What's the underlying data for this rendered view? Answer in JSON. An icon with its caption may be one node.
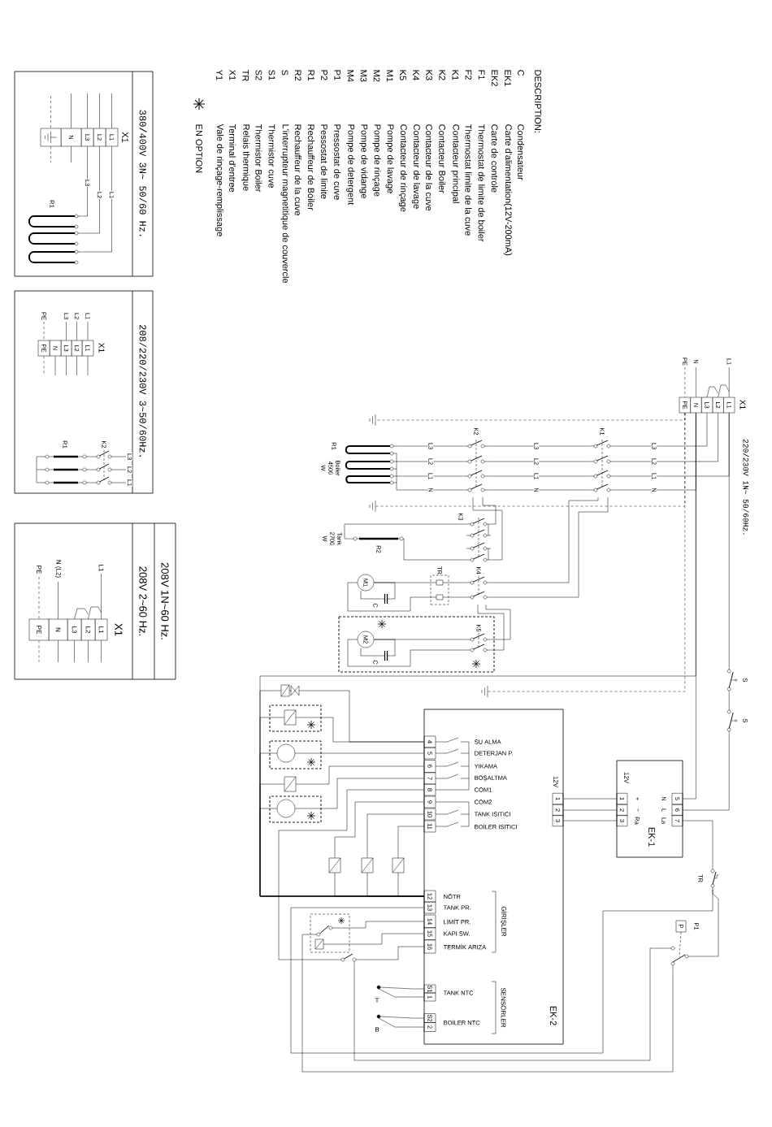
{
  "diagram": {
    "nodes": [
      {
        "text": [
          "L1",
          "L2",
          "L3",
          "N",
          "PE"
        ],
        "beside": [
          "X1"
        ]
      },
      {
        "text": [
          "K1"
        ]
      },
      {
        "text": [
          "K2"
        ]
      },
      {
        "text": [
          "R1"
        ],
        "beside": [
          "Boiler 4500 W"
        ]
      },
      {
        "text": [
          "K3"
        ]
      },
      {
        "text": [
          "R2"
        ],
        "beside": [
          "Tank 2700 W"
        ]
      },
      {
        "text": [
          "TR"
        ]
      },
      {
        "text": [
          "K4"
        ]
      },
      {
        "text": [
          "M1"
        ]
      },
      {
        "text": [
          "C"
        ]
      },
      {
        "text": [
          "K5"
        ]
      },
      {
        "text": [
          "M2"
        ]
      },
      {
        "text": [
          "C"
        ]
      },
      {
        "text": [
          "S"
        ]
      },
      {
        "text": [
          "S"
        ]
      },
      {
        "text": [
          "EK-1",
          "12V",
          "1",
          "2",
          "3",
          "+",
          "−",
          "Ra",
          "N",
          "L",
          "La",
          "5",
          "6",
          "7"
        ]
      },
      {
        "text": [
          "EK-2",
          "12V",
          "1",
          "2",
          "3",
          "4",
          "SU ALMA",
          "5",
          "DETERJAN P.",
          "6",
          "YIKAMA",
          "7",
          "BOŞALTMA",
          "8",
          "COM1",
          "9",
          "COM2",
          "10",
          "TANK ISITICI",
          "11",
          "BOİLER ISITICI",
          "12",
          "NÖTR",
          "13",
          "TANK PR.",
          "14",
          "LİMİT PR.",
          "15",
          "KAPI SW.",
          "16",
          "TERMİK ARIZA",
          "GİRİŞLER",
          "S1",
          "1",
          "TANK NTC",
          "S2",
          "2",
          "BOİLER NTC",
          "SENSÖRLER"
        ]
      },
      {
        "text": [
          "TR"
        ]
      },
      {
        "text": [
          "P"
        ],
        "beside": [
          "P1"
        ]
      },
      {
        "text": [],
        "shape": "box"
      },
      {
        "text": [],
        "shape": "box"
      },
      {
        "text": [],
        "shape": "circle"
      },
      {
        "text": [],
        "shape": "box"
      },
      {
        "text": [],
        "shape": "circle"
      },
      {
        "text": [],
        "shape": "box"
      },
      {
        "text": [],
        "shape": "box"
      },
      {
        "text": [],
        "shape": "box"
      },
      {
        "text": [],
        "shape": "box"
      },
      {
        "text": [],
        "shape": "switch"
      },
      {
        "text": [
          "T"
        ]
      },
      {
        "text": [
          "B"
        ]
      },
      {
        "text": [
          "380/400V 3N~ 50/60 Hz."
        ]
      },
      {
        "text": [
          "L1",
          "L2",
          "L3",
          "N"
        ],
        "beside": [
          "X1"
        ],
        "in": 31
      },
      {
        "text": [
          "R1"
        ],
        "in": 31
      },
      {
        "text": [
          "208/220/230V 3~50/60Hz."
        ]
      },
      {
        "text": [
          "L1",
          "L2",
          "L3",
          "N",
          "PE"
        ],
        "beside": [
          "X1"
        ],
        "in": 34
      },
      {
        "text": [
          "K2"
        ],
        "in": 34
      },
      {
        "text": [
          "R1"
        ],
        "in": 34
      },
      {
        "text": [
          "208V 1N~60 Hz.",
          "208V 2~60 Hz."
        ]
      },
      {
        "text": [
          "L1",
          "L2",
          "L3",
          "N",
          "PE"
        ],
        "beside": [
          "X1"
        ],
        "in": 38
      }
    ],
    "edges": [
      {
        "from": null,
        "to": 0,
        "arrow": "none",
        "label": "L1"
      },
      {
        "from": null,
        "to": 0,
        "arrow": "none",
        "label": "N"
      },
      {
        "from": null,
        "to": 0,
        "arrow": "none",
        "label": "PE",
        "style": "dashed"
      },
      {
        "from": 0,
        "to": 1,
        "arrow": "none",
        "label": "L3"
      },
      {
        "from": 0,
        "to": 1,
        "arrow": "none",
        "label": "L2"
      },
      {
        "from": 0,
        "to": 1,
        "arrow": "none",
        "label": "L1"
      },
      {
        "from": 0,
        "to": 1,
        "arrow": "none",
        "label": "N"
      },
      {
        "from": 1,
        "to": 2,
        "arrow": "none",
        "label": "L3"
      },
      {
        "from": 1,
        "to": 2,
        "arrow": "none",
        "label": "L2"
      },
      {
        "from": 1,
        "to": 2,
        "arrow": "none",
        "label": "L1"
      },
      {
        "from": 1,
        "to": 2,
        "arrow": "none",
        "label": "N"
      },
      {
        "from": 2,
        "to": 3,
        "arrow": "none",
        "label": "L3"
      },
      {
        "from": 2,
        "to": 3,
        "arrow": "none",
        "label": "L2"
      },
      {
        "from": 2,
        "to": 3,
        "arrow": "none",
        "label": "L1"
      },
      {
        "from": 2,
        "to": 3,
        "arrow": "none",
        "label": "N"
      },
      {
        "from": 0,
        "to": null,
        "arrow": "none",
        "style": "dashed"
      },
      {
        "from": 0,
        "to": null,
        "arrow": "none",
        "style": "dashed"
      },
      {
        "from": 0,
        "to": null,
        "arrow": "none",
        "style": "dashed"
      },
      {
        "from": 2,
        "to": 4,
        "arrow": "none"
      },
      {
        "from": 2,
        "to": 4,
        "arrow": "none"
      },
      {
        "from": 4,
        "to": 5,
        "arrow": "none"
      },
      {
        "from": 4,
        "to": 5,
        "arrow": "none"
      },
      {
        "from": 1,
        "to": 7,
        "arrow": "none"
      },
      {
        "from": 1,
        "to": 7,
        "arrow": "none"
      },
      {
        "from": 7,
        "to": 6,
        "arrow": "none"
      },
      {
        "from": 7,
        "to": 6,
        "arrow": "none"
      },
      {
        "from": 6,
        "to": 8,
        "arrow": "none"
      },
      {
        "from": 6,
        "to": 8,
        "arrow": "none"
      },
      {
        "from": 8,
        "to": 9,
        "arrow": "none"
      },
      {
        "from": 8,
        "to": 9,
        "arrow": "none"
      },
      {
        "from": 7,
        "to": 10,
        "arrow": "none"
      },
      {
        "from": 7,
        "to": 10,
        "arrow": "none"
      },
      {
        "from": 10,
        "to": 11,
        "arrow": "none"
      },
      {
        "from": 10,
        "to": 11,
        "arrow": "none"
      },
      {
        "from": 11,
        "to": 12,
        "arrow": "none"
      },
      {
        "from": 11,
        "to": 12,
        "arrow": "none"
      },
      {
        "from": 0,
        "to": 13,
        "arrow": "none"
      },
      {
        "from": 13,
        "to": 14,
        "arrow": "none"
      },
      {
        "from": 14,
        "to": 15,
        "arrow": "none"
      },
      {
        "from": 0,
        "to": 15,
        "arrow": "none"
      },
      {
        "from": 16,
        "to": 15,
        "arrow": "none"
      },
      {
        "from": 16,
        "to": 15,
        "arrow": "none"
      },
      {
        "from": 16,
        "to": 15,
        "arrow": "none"
      },
      {
        "from": 15,
        "to": 17,
        "arrow": "none"
      },
      {
        "from": 17,
        "to": 18,
        "arrow": "none"
      },
      {
        "from": 17,
        "to": 16,
        "arrow": "none"
      },
      {
        "from": 18,
        "to": 28,
        "arrow": "none"
      },
      {
        "from": 18,
        "to": 27,
        "arrow": "none"
      },
      {
        "from": 0,
        "to": 16,
        "arrow": "none"
      },
      {
        "from": 16,
        "to": 19,
        "arrow": "none"
      },
      {
        "from": 16,
        "to": 20,
        "arrow": "none"
      },
      {
        "from": 16,
        "to": 21,
        "arrow": "none"
      },
      {
        "from": 16,
        "to": 22,
        "arrow": "none"
      },
      {
        "from": 16,
        "to": 23,
        "arrow": "none"
      },
      {
        "from": 16,
        "to": 28,
        "arrow": "none"
      },
      {
        "from": 16,
        "to": 24,
        "arrow": "none"
      },
      {
        "from": 16,
        "to": 25,
        "arrow": "none"
      },
      {
        "from": 16,
        "to": 26,
        "arrow": "none"
      },
      {
        "from": 19,
        "to": 16,
        "arrow": "none"
      },
      {
        "from": 20,
        "to": 16,
        "arrow": "none"
      },
      {
        "from": 21,
        "to": 16,
        "arrow": "none"
      },
      {
        "from": 22,
        "to": 16,
        "arrow": "none"
      },
      {
        "from": 23,
        "to": 16,
        "arrow": "none"
      },
      {
        "from": 24,
        "to": 16,
        "arrow": "none"
      },
      {
        "from": 25,
        "to": 16,
        "arrow": "none"
      },
      {
        "from": 26,
        "to": 16,
        "arrow": "none"
      },
      {
        "from": 16,
        "to": 27,
        "arrow": "none"
      },
      {
        "from": 16,
        "to": 27,
        "arrow": "none"
      },
      {
        "from": 16,
        "to": 28,
        "arrow": "none"
      },
      {
        "from": 29,
        "to": 16,
        "arrow": "none"
      },
      {
        "from": 29,
        "to": 16,
        "arrow": "none"
      },
      {
        "from": 30,
        "to": 16,
        "arrow": "none"
      },
      {
        "from": 30,
        "to": 16,
        "arrow": "none"
      },
      {
        "from": null,
        "to": 32,
        "arrow": "none"
      },
      {
        "from": null,
        "to": 32,
        "arrow": "none"
      },
      {
        "from": null,
        "to": 32,
        "arrow": "none"
      },
      {
        "from": null,
        "to": 32,
        "arrow": "none"
      },
      {
        "from": null,
        "to": 32,
        "arrow": "none",
        "style": "dashed"
      },
      {
        "from": 32,
        "to": 33,
        "arrow": "none",
        "label": "L1"
      },
      {
        "from": 32,
        "to": 33,
        "arrow": "none",
        "label": "L2"
      },
      {
        "from": 32,
        "to": 33,
        "arrow": "none",
        "label": "L3"
      },
      {
        "from": 32,
        "to": null,
        "arrow": "none"
      },
      {
        "from": 32,
        "to": null,
        "arrow": "none",
        "style": "dashed"
      },
      {
        "from": null,
        "to": 35,
        "arrow": "none",
        "label": "L1"
      },
      {
        "from": null,
        "to": 35,
        "arrow": "none",
        "label": "L2"
      },
      {
        "from": null,
        "to": 35,
        "arrow": "none",
        "label": "L3"
      },
      {
        "from": null,
        "to": 35,
        "arrow": "none",
        "label": "PE",
        "style": "dashed"
      },
      {
        "from": 35,
        "to": null,
        "arrow": "none"
      },
      {
        "from": 35,
        "to": null,
        "arrow": "none"
      },
      {
        "from": 35,
        "to": null,
        "arrow": "none"
      },
      {
        "from": 35,
        "to": null,
        "arrow": "none"
      },
      {
        "from": 35,
        "to": null,
        "arrow": "none",
        "style": "dashed"
      },
      {
        "from": null,
        "to": 36,
        "arrow": "none",
        "label": "L3"
      },
      {
        "from": null,
        "to": 36,
        "arrow": "none",
        "label": "L2"
      },
      {
        "from": null,
        "to": 36,
        "arrow": "none",
        "label": "L1"
      },
      {
        "from": 36,
        "to": 37,
        "arrow": "none"
      },
      {
        "from": 36,
        "to": 37,
        "arrow": "none"
      },
      {
        "from": 36,
        "to": 37,
        "arrow": "none"
      },
      {
        "from": null,
        "to": 39,
        "arrow": "none",
        "label": "L1"
      },
      {
        "from": null,
        "to": 39,
        "arrow": "none",
        "label": "N (L2)"
      },
      {
        "from": null,
        "to": 39,
        "arrow": "none",
        "label": "PE",
        "style": "dashed"
      },
      {
        "from": 39,
        "to": null,
        "arrow": "none"
      },
      {
        "from": 39,
        "to": null,
        "arrow": "none"
      },
      {
        "from": 39,
        "to": null,
        "arrow": "none"
      },
      {
        "from": 39,
        "to": null,
        "arrow": "none"
      },
      {
        "from": 39,
        "to": null,
        "arrow": "none",
        "style": "dashed"
      }
    ],
    "labels": [
      "DESCRIPTION:",
      "C",
      "Condensateur",
      "EK1",
      "Carte d'alimentation(12V-200mA)",
      "EK2",
      "Carte de controle",
      "F1",
      "Thermostat de limite de boiler",
      "F2",
      "Thermostat limite de la cuve",
      "K1",
      "Contacteur principal",
      "K2",
      "Contacteur Boiler",
      "K3",
      "Contacteur de la cuve",
      "K4",
      "Contacteur de lavage",
      "K5",
      "Contacteur de rinçage",
      "M1",
      "Pompe de lavage",
      "M2",
      "Pompe de rinçage",
      "M3",
      "Pompe de vidange",
      "M4",
      "Pompe de detergent",
      "P1",
      "Pressostat de cuve",
      "P2",
      "Pessostat de limite",
      "R1",
      "Rechauffeur de Boiler",
      "R2",
      "Rechauffeur de la cuve",
      "S",
      "L'interrupteur magnetitique de couvercle",
      "S1",
      "Thermistor cuve",
      "S2",
      "Thermistor Boiler",
      "TR",
      "Relais thermique",
      "X1",
      "Terminal d'entree",
      "Y1",
      "Vale de rinçage-remplissage",
      "EN OPTION",
      "220/230V 1N~ 50/60Hz."
    ]
  }
}
